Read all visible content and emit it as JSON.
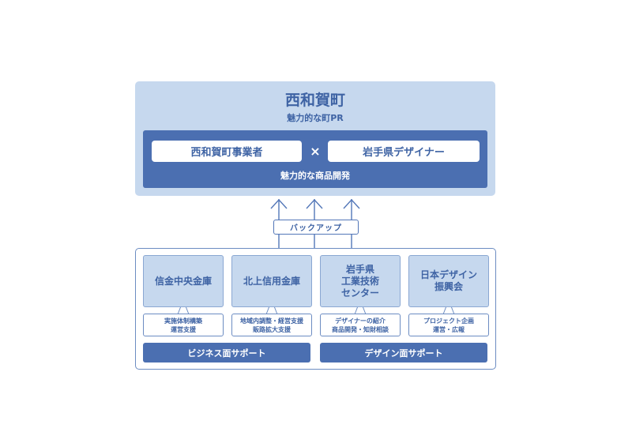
{
  "top": {
    "title": "西和賀町",
    "subtitle": "魅力的な町PR",
    "partner_left": "西和賀町事業者",
    "times": "×",
    "partner_right": "岩手県デザイナー",
    "caption": "魅力的な商品開発"
  },
  "backup_label": "バックアップ",
  "organizations": [
    {
      "name": "信金中央金庫",
      "support": "実施体制構築\n運営支援"
    },
    {
      "name": "北上信用金庫",
      "support": "地域内調整・経営支援\n販路拡大支援"
    },
    {
      "name": "岩手県\n工業技術\nセンター",
      "support": "デザイナーの紹介\n商品開発・知財相談"
    },
    {
      "name": "日本デザイン\n振興会",
      "support": "プロジェクト企画\n運営・広報"
    }
  ],
  "support_bars": {
    "business": "ビジネス面サポート",
    "design": "デザイン面サポート"
  }
}
